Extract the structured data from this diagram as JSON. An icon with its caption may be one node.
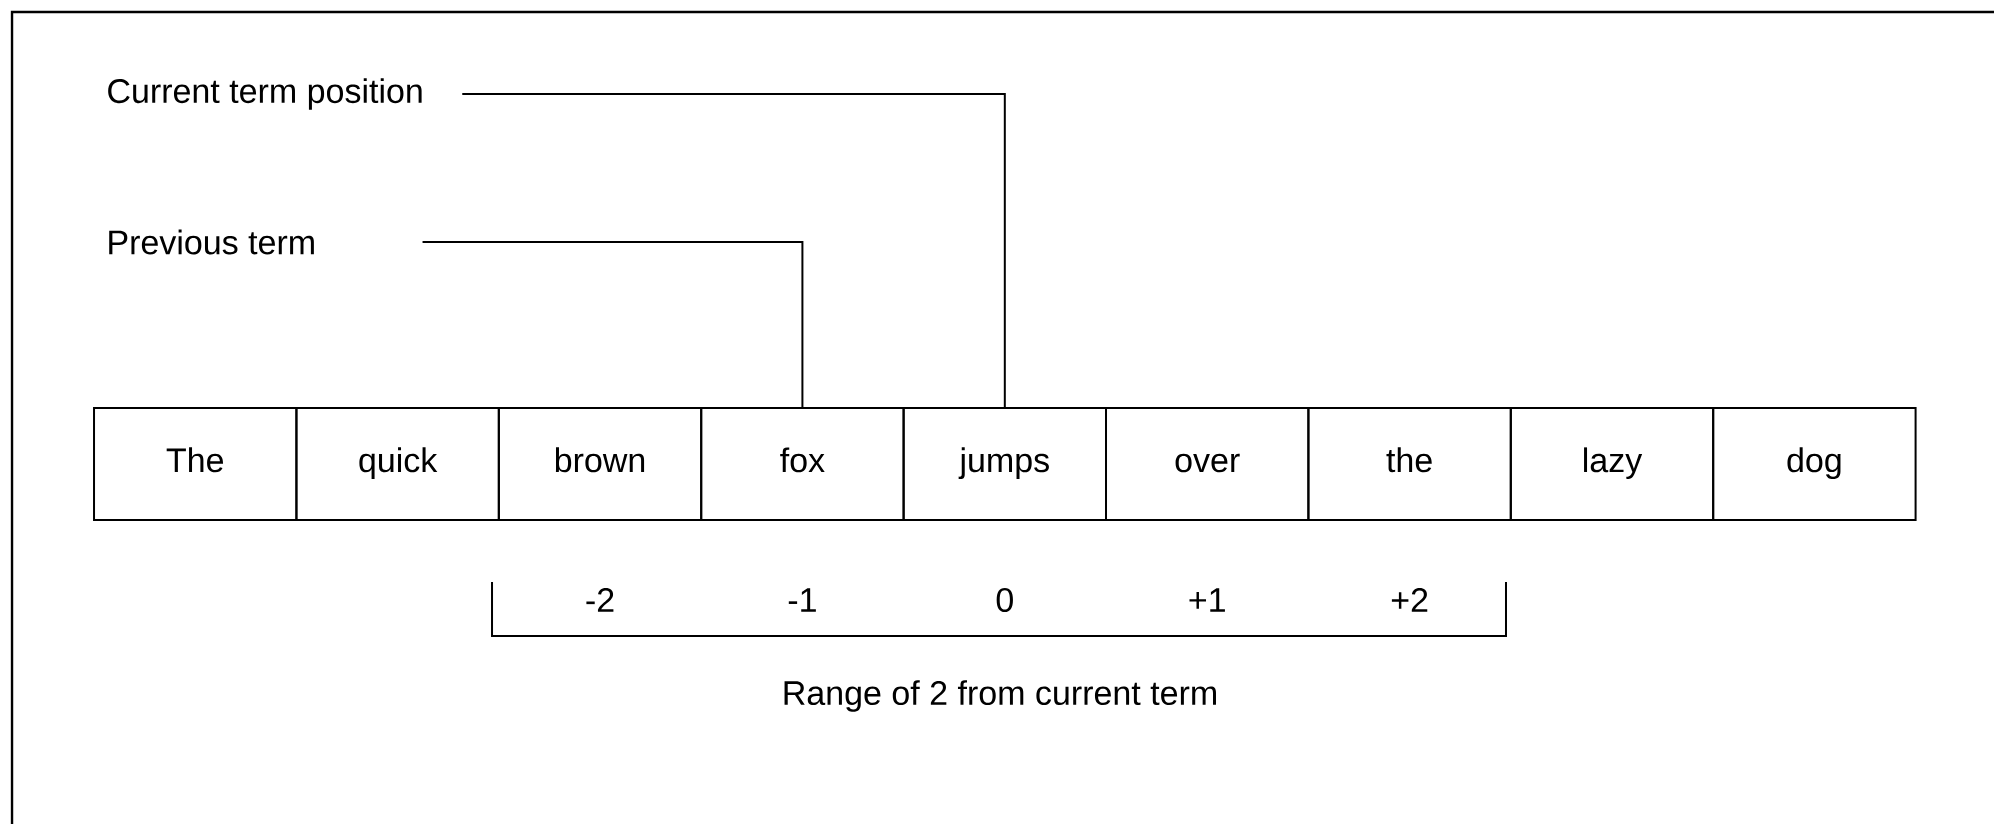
{
  "diagram": {
    "nodes": [
      {
        "text": [
          "Current term position"
        ]
      },
      {
        "text": [
          "Previous term"
        ]
      },
      {
        "text": [
          "The"
        ]
      },
      {
        "text": [
          "quick"
        ]
      },
      {
        "text": [
          "brown"
        ]
      },
      {
        "text": [
          "fox"
        ]
      },
      {
        "text": [
          "jumps"
        ]
      },
      {
        "text": [
          "over"
        ]
      },
      {
        "text": [
          "the"
        ]
      },
      {
        "text": [
          "lazy"
        ]
      },
      {
        "text": [
          "dog"
        ]
      }
    ],
    "edges": [
      {
        "from": 0,
        "to": 6,
        "arrow": "none"
      },
      {
        "from": 1,
        "to": 5,
        "arrow": "none"
      }
    ],
    "labels": [
      "-2",
      "-1",
      "0",
      "+1",
      "+2",
      "Range of 2 from current term"
    ]
  }
}
